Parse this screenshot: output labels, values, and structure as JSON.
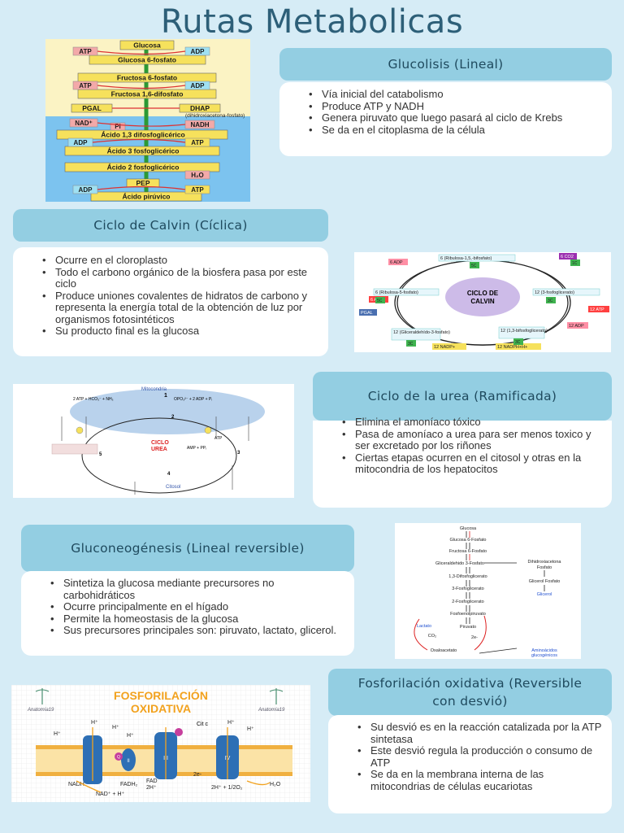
{
  "title": "Rutas Metabolicas",
  "glucolisis": {
    "header": "Glucolisis (Lineal)",
    "bullets": [
      "Vía inicial del catabolismo",
      "Produce ATP y NADH",
      "Genera piruvato que luego pasará al ciclo de Krebs",
      "Se da en el citoplasma de la célula"
    ],
    "diagram": {
      "steps": [
        "Glucosa",
        "Glucosa 6-fosfato",
        "Fructosa 6-fosfato",
        "Fructosa 1,6-difosfato",
        "Ácido 1,3 difosfoglicérico",
        "Ácido 3 fosfoglicérico",
        "Ácido 2 fosfoglicérico",
        "PEP",
        "Ácido pirúvico"
      ],
      "pgal": "PGAL",
      "dhap": "DHAP",
      "dhap_note": "(dihidroxiacetona-fosfato)",
      "atp": "ATP",
      "adp": "ADP",
      "nad": "NAD⁺",
      "nadh": "NADH",
      "h2o": "H₂O",
      "pi": "Pi"
    }
  },
  "calvin": {
    "header": "Ciclo de Calvin (Cíclica)",
    "bullets": [
      "Ocurre en el cloroplasto",
      "Todo el carbono orgánico de la biosfera pasa por este ciclo",
      "Produce uniones covalentes de hidratos de carbono y representa la energía total de la obtención de luz por organismos fotosintéticos",
      "Su producto final es la glucosa"
    ],
    "diagram": {
      "center": [
        "CICLO DE",
        "CALVIN"
      ],
      "rubp_bis": "6 (Ribulosa-1,5,-bifosfato)",
      "co2": "6 CO2",
      "pga": "12 (3-fosfoglicerato)",
      "atp12": "12 ATP",
      "adp12": "12 ADP",
      "bpg": "12 (1,3-bifosfoglicerato)",
      "nadph": "12 NADPH+H+",
      "nadp": "12 NADP+",
      "g3p": "12 (Gliceraldehído-3-fosfato)",
      "pgal": "PGAL",
      "ru5p": "6 (Ribulosa-5-fosfato)",
      "atp6": "6 ATP",
      "adp6": "6 ADP",
      "carbon_tags": [
        "5C",
        "1C",
        "3C",
        "3C",
        "3C",
        "5C"
      ]
    }
  },
  "urea": {
    "header": "Ciclo de la urea (Ramificada)",
    "bullets": [
      "Elimina el amoníaco tóxico",
      "Pasa de amoníaco a urea para ser menos toxico y ser excretado por los riñones",
      "Ciertas etapas ocurren en el citosol y otras en la mitocondria de los hepatocitos"
    ],
    "diagram": {
      "mito": "Mitocondria",
      "center": [
        "CICLO",
        "UREA"
      ],
      "citosol": "Citosol",
      "equation": "2 ATP + HCO₃⁻ + NH₃",
      "products": "OPO₃²⁻ + 2 ADP + Pᵢ",
      "atp": "ATP",
      "amp": "AMP + PPᵢ",
      "steps": [
        "1",
        "2",
        "3",
        "4",
        "5"
      ]
    }
  },
  "gluconeo": {
    "header": "Gluconeogénesis (Lineal reversible)",
    "bullets": [
      "Sintetiza la glucosa mediante precursores no carbohidráticos",
      "Ocurre principalmente en el hígado",
      "Permite la homeostasis de la glucosa",
      "Sus precursores principales son: piruvato, lactato, glicerol."
    ],
    "diagram": {
      "steps": [
        "Glucosa",
        "Glucosa 6-Fosfato",
        "Fructosa 6-Fosfato",
        "Gliceraldehido 3-Fosfato",
        "1,3-Difosfoglicerato",
        "3-Fosfoglicerato",
        "2-Fosfoglicerato",
        "Fosfoenolpiruvato",
        "Piruvato",
        "Oxaloacetato"
      ],
      "dhap": "Dihidroxiacetona",
      "dhap2": "Fosfato",
      "glycerol_p": "Glicerol Fosfato",
      "glycerol": "Glicerol",
      "lactate": "Lactato",
      "co2": "CO₂",
      "electron": "2e-",
      "aa": "Aminoácidos",
      "aa2": "glucogénicos"
    }
  },
  "fosfo": {
    "header": "Fosforilación oxidativa (Reversible con desvió)",
    "bullets": [
      "Su desvió es en la reacción catalizada por la ATP sintetasa",
      "Este desvió regula la producción o consumo de ATP",
      "Se da en la membrana interna de las mitocondrias de células eucariotas"
    ],
    "diagram": {
      "title1": "FOSFORILACIÓN",
      "title2": "OXIDATIVA",
      "watermark": "Anatomía19",
      "complexes": [
        "I",
        "II",
        "III",
        "IV"
      ],
      "q": "Q",
      "cytc": "Cit c",
      "nadh": "NADH",
      "nad": "NAD⁺ + H⁺",
      "fadh": "FADH₂",
      "fad": "FAD",
      "fad_h": "2H⁺",
      "o2": "2H⁺ + 1/2O₂",
      "h2o": "H₂O",
      "h": "H⁺",
      "e": "2e-"
    }
  },
  "colors": {
    "background": "#d6ecf6",
    "header": "#93cee2",
    "title": "#2d5f78"
  }
}
